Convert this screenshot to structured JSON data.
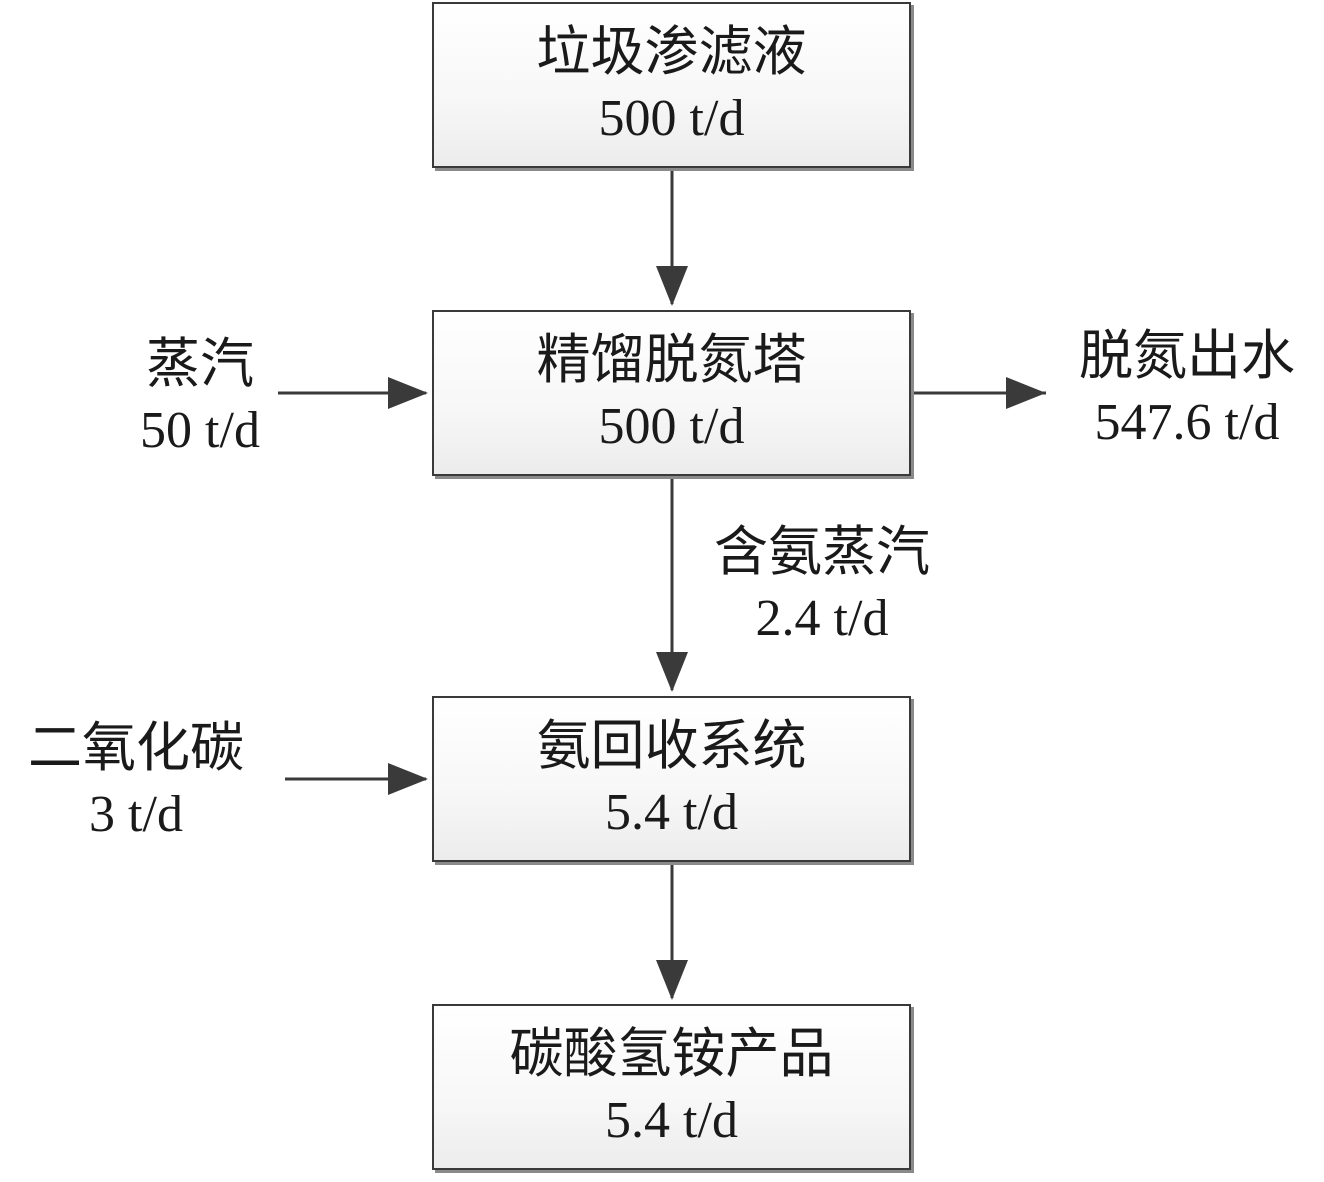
{
  "nodes": {
    "leachate": {
      "name": "垃圾渗滤液",
      "qty": "500 t/d"
    },
    "stripper": {
      "name": "精馏脱氮塔",
      "qty": "500 t/d"
    },
    "ammonia_recovery": {
      "name": "氨回收系统",
      "qty": "5.4 t/d"
    },
    "product": {
      "name": "碳酸氢铵产品",
      "qty": "5.4 t/d"
    }
  },
  "flows": {
    "steam_in": {
      "name": "蒸汽",
      "qty": "50 t/d"
    },
    "effluent": {
      "name": "脱氮出水",
      "qty": "547.6 t/d"
    },
    "ammonia_steam": {
      "name": "含氨蒸汽",
      "qty": "2.4 t/d"
    },
    "co2_in": {
      "name": "二氧化碳",
      "qty": "3 t/d"
    }
  },
  "colors": {
    "line": "#3a3a3a",
    "box_border": "#3a3a3a",
    "text": "#1a1a1a"
  }
}
